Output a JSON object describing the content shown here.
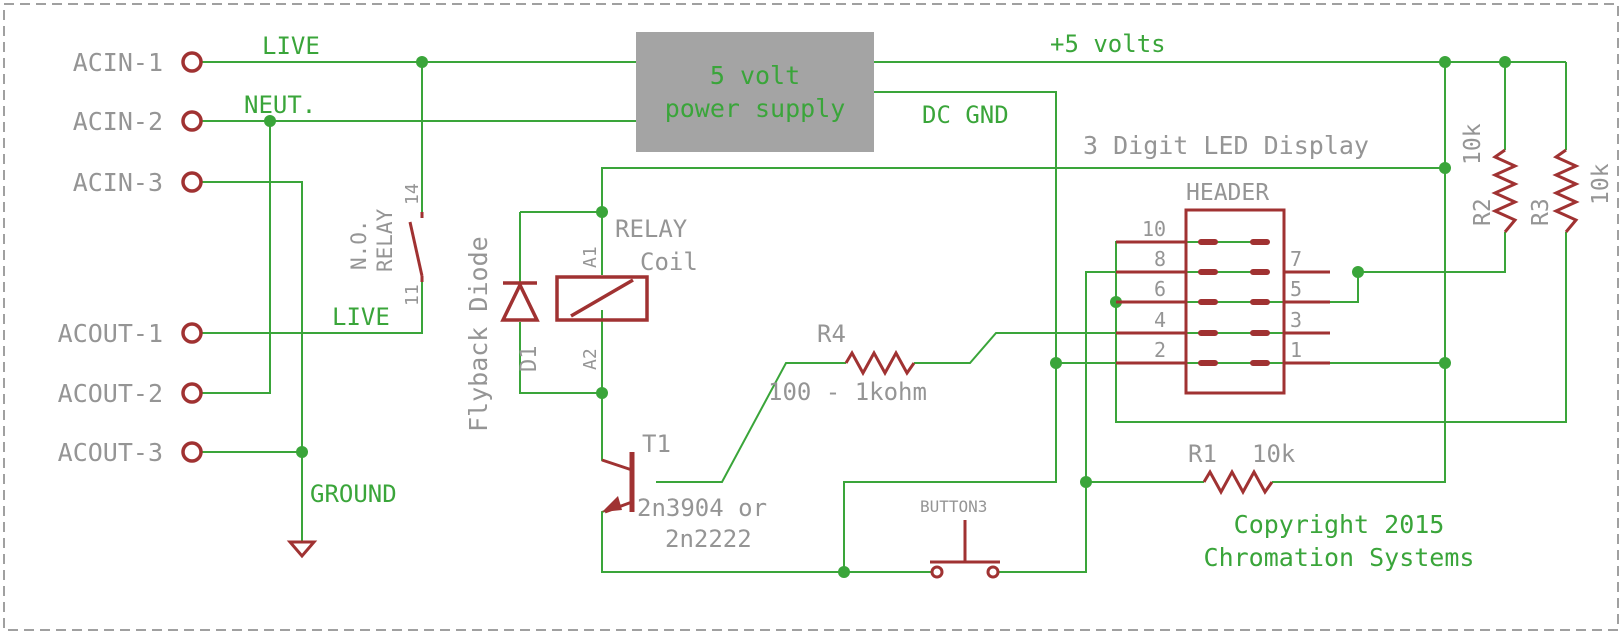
{
  "colors": {
    "wire": "#3aa53a",
    "symbol": "#a03232",
    "label": "#959595",
    "net_label": "#3aa53a",
    "frame": "#a0a0a0",
    "supply_fill": "#a4a4a4"
  },
  "connectors": {
    "acin1": "ACIN-1",
    "acin2": "ACIN-2",
    "acin3": "ACIN-3",
    "acout1": "ACOUT-1",
    "acout2": "ACOUT-2",
    "acout3": "ACOUT-3"
  },
  "nets": {
    "live_top": "LIVE",
    "neutral": "NEUT.",
    "live_bottom": "LIVE",
    "ground": "GROUND",
    "plus5": "+5 volts",
    "dc_gnd": "DC GND"
  },
  "power_supply": {
    "line1": "5 volt",
    "line2": "power supply"
  },
  "relay_switch": {
    "line1": "N.O.",
    "line2": "RELAY",
    "pin_top": "14",
    "pin_bottom": "11"
  },
  "relay_coil": {
    "line1": "RELAY",
    "line2": "Coil",
    "pin_a1": "A1",
    "pin_a2": "A2"
  },
  "diode": {
    "name": "D1",
    "label": "Flyback Diode"
  },
  "r4": {
    "name": "R4",
    "value": "100 - 1kohm"
  },
  "t1": {
    "name": "T1",
    "part1": "2n3904 or",
    "part2": "2n2222"
  },
  "display": {
    "label": "3 Digit LED Display"
  },
  "header": {
    "title": "HEADER",
    "pins_left": [
      "10",
      "8",
      "6",
      "4",
      "2"
    ],
    "pins_right": [
      "7",
      "5",
      "3",
      "1"
    ]
  },
  "r2": {
    "name": "R2",
    "value": "10k"
  },
  "r3": {
    "name": "R3",
    "value": "10k"
  },
  "r1": {
    "name": "R1",
    "value": "10k"
  },
  "button": {
    "name": "BUTTON3"
  },
  "copyright": {
    "line1": "Copyright 2015",
    "line2": "Chromation Systems"
  }
}
